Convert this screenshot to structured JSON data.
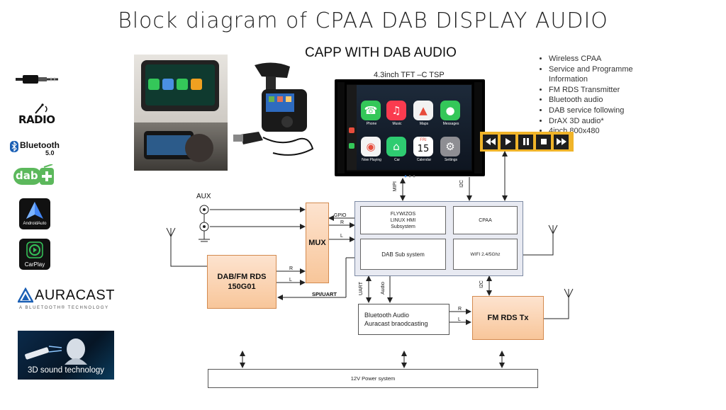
{
  "title": "Block diagram of CPAA DAB DISPLAY AUDIO",
  "subtitle": "CAPP WITH DAB AUDIO",
  "display_label": "4.3inch TFT –C TSP",
  "features": [
    "Wireless CPAA",
    "Service and Programme Information",
    "FM RDS Transmitter",
    "Bluetooth audio",
    "DAB service following",
    "DrAX 3D audio*",
    "4inch 800x480"
  ],
  "logos": {
    "radio": "RADIO",
    "bluetooth": "Bluetooth",
    "bluetooth_version": "5.0",
    "dab": "dab",
    "android_auto": "AndroidAuto",
    "carplay": "CarPlay",
    "auracast": "AURACAST",
    "auracast_tagline": "A BLUETOOTH® TECHNOLOGY",
    "sound3d": "3D sound technology"
  },
  "carplay_apps": [
    {
      "label": "Phone",
      "color": "#34c759",
      "icon": "phone-icon"
    },
    {
      "label": "Music",
      "color": "#fa3b4f",
      "icon": "music-icon"
    },
    {
      "label": "Maps",
      "color": "#f2f2f2",
      "icon": "maps-icon"
    },
    {
      "label": "Messages",
      "color": "#34c759",
      "icon": "messages-icon"
    },
    {
      "label": "Now Playing",
      "color": "#f4f4f4",
      "icon": "podcast-icon"
    },
    {
      "label": "Car",
      "color": "#2ecc71",
      "icon": "home-icon"
    },
    {
      "label": "Calendar",
      "color": "#ffffff",
      "icon": "calendar-icon"
    },
    {
      "label": "Settings",
      "color": "#8e8e93",
      "icon": "settings-icon"
    }
  ],
  "calendar": {
    "day": "FRI",
    "date": "15"
  },
  "media_controls": [
    "rewind-icon",
    "play-icon",
    "pause-icon",
    "stop-icon",
    "fast-forward-icon"
  ],
  "accent_color": "#f0b429",
  "blocks": {
    "aux": "AUX",
    "mux": "MUX",
    "dab_fm": "DAB/FM RDS\n150G01",
    "linux": "FLYWIZOS\nLINUX HMI\nSubsystem",
    "cpaa": "CPAA",
    "dab_sub": "DAB Sub system",
    "wifi": "WIFI 2.4/5Ghz",
    "bt_audio": "Bluetooth Audio\nAuracast braodcasting",
    "fm_tx": "FM RDS Tx",
    "power": "12V Power system"
  },
  "signals": {
    "gpio": "GPIO",
    "r1": "R",
    "l1": "L",
    "r2": "R",
    "l2": "L",
    "spi": "SPI/UART",
    "mipi": "MIPI",
    "i2c_top": "I2C",
    "uart": "UART",
    "audio": "Audio",
    "i2c_fm": "I2C",
    "r3": "R",
    "l3": "L"
  }
}
